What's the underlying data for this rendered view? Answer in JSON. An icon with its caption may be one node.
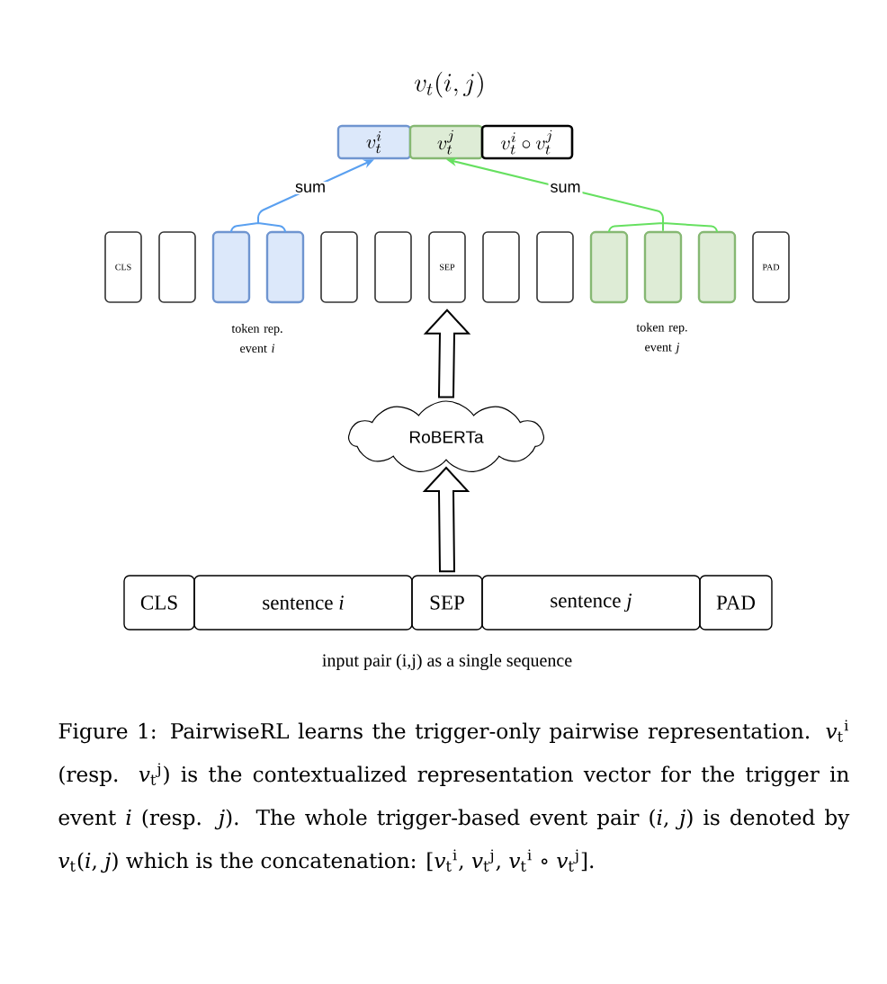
{
  "diagram": {
    "title": "v_t(i,j)",
    "caption": "Figure 1: PairwiseRL learns the trigger-only pairwise representation. *v*$_{t}$$^{i}$ (resp. *v*$_{t}$$^{j}$) is the contextualized representation vector for the trigger in event *i* (resp. *j*). The whole trigger-based event pair (*i*, *j*) is denoted by *v*$_{t}$(*i*, *j*) which is the concatenation: [*v*$_{t}$$^{i}$, *v*$_{t}$$^{j}$, *v*$_{t}$$^{i}$ ∘ *v*$_{t}$$^{j}$].",
    "nodes": [
      {
        "text": [
          "v_t^i"
        ]
      },
      {
        "text": [
          "v_t^j"
        ]
      },
      {
        "text": [
          "v_t^i \\circ v_t^j"
        ]
      },
      {
        "text": [
          "CLS"
        ]
      },
      {
        "text": [],
        "shape": "box"
      },
      {
        "text": [],
        "shape": "box"
      },
      {
        "text": [],
        "shape": "box"
      },
      {
        "text": [],
        "shape": "box"
      },
      {
        "text": [],
        "shape": "box"
      },
      {
        "text": [
          "SEP"
        ]
      },
      {
        "text": [],
        "shape": "box"
      },
      {
        "text": [],
        "shape": "box"
      },
      {
        "text": [],
        "shape": "box"
      },
      {
        "text": [],
        "shape": "box"
      },
      {
        "text": [],
        "shape": "box"
      },
      {
        "text": [
          "PAD"
        ]
      },
      {
        "text": [
          "RoBERTa"
        ]
      },
      {
        "text": [
          "CLS"
        ]
      },
      {
        "text": [
          "sentence *i*"
        ]
      },
      {
        "text": [
          "SEP"
        ]
      },
      {
        "text": [
          "sentence *j*"
        ]
      },
      {
        "text": [
          "PAD"
        ]
      }
    ],
    "edges": [
      {
        "from": 5,
        "to": 0,
        "arrow": "to",
        "label": "sum",
        "color": "#5aa0f0"
      },
      {
        "from": 6,
        "to": 0,
        "arrow": "to",
        "color": "#5aa0f0"
      },
      {
        "from": 12,
        "to": 1,
        "arrow": "to",
        "label": "sum",
        "color": "#66e060"
      },
      {
        "from": 13,
        "to": 1,
        "arrow": "to",
        "color": "#66e060"
      },
      {
        "from": 14,
        "to": 1,
        "arrow": "to",
        "color": "#66e060"
      },
      {
        "from": 16,
        "to": 9,
        "arrow": "to",
        "style": "thick"
      },
      {
        "from": 19,
        "to": 16,
        "arrow": "to",
        "style": "thick"
      }
    ],
    "labels": [
      "token rep. event *i*",
      "token rep. event *j*",
      "input pair (i,j) as a single sequence"
    ]
  }
}
